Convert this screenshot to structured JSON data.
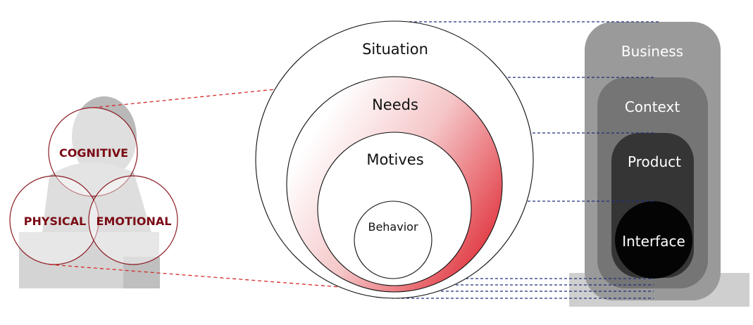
{
  "venn": {
    "cognitive": "COGNITIVE",
    "physical": "PHYSICAL",
    "emotional": "EMOTIONAL",
    "accent_color": "#8b1a22"
  },
  "circles": {
    "situation": "Situation",
    "needs": "Needs",
    "motives": "Motives",
    "behavior": "Behavior",
    "gradient_color": "#e0313a"
  },
  "layers": {
    "business": "Business",
    "context": "Context",
    "product": "Product",
    "interface": "Interface"
  },
  "connector_colors": {
    "red": "#d42a2a",
    "blue": "#1f2e7a"
  }
}
